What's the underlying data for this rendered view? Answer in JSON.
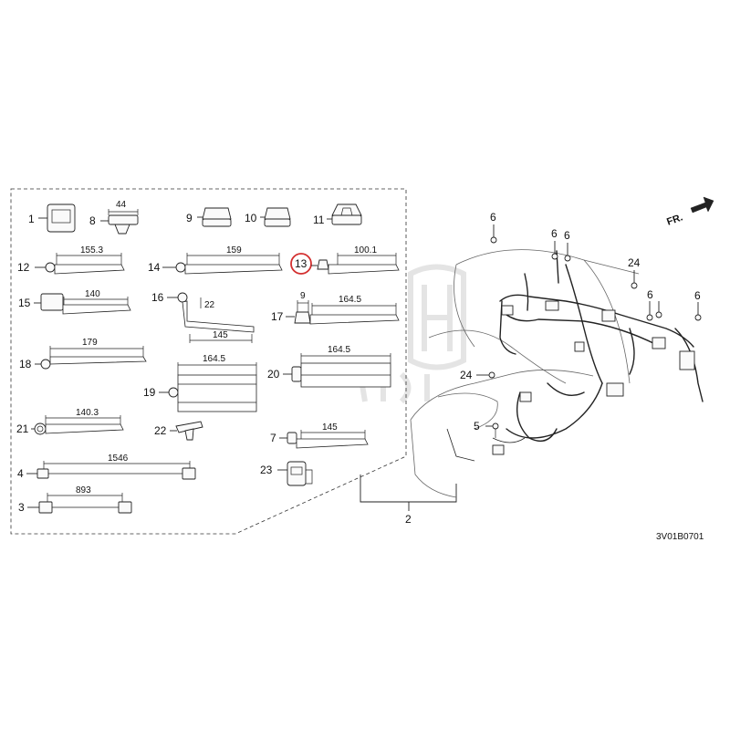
{
  "callouts": [
    {
      "id": "c1",
      "label": "1"
    },
    {
      "id": "c8",
      "label": "8"
    },
    {
      "id": "c9",
      "label": "9"
    },
    {
      "id": "c10",
      "label": "10"
    },
    {
      "id": "c11",
      "label": "11"
    },
    {
      "id": "c12",
      "label": "12"
    },
    {
      "id": "c14",
      "label": "14"
    },
    {
      "id": "c13",
      "label": "13"
    },
    {
      "id": "c15",
      "label": "15"
    },
    {
      "id": "c16",
      "label": "16"
    },
    {
      "id": "c17",
      "label": "17"
    },
    {
      "id": "c18",
      "label": "18"
    },
    {
      "id": "c19",
      "label": "19"
    },
    {
      "id": "c20",
      "label": "20"
    },
    {
      "id": "c21",
      "label": "21"
    },
    {
      "id": "c22",
      "label": "22"
    },
    {
      "id": "c7",
      "label": "7"
    },
    {
      "id": "c4",
      "label": "4"
    },
    {
      "id": "c23",
      "label": "23"
    },
    {
      "id": "c3",
      "label": "3"
    },
    {
      "id": "c2",
      "label": "2"
    },
    {
      "id": "c6a",
      "label": "6"
    },
    {
      "id": "c6b",
      "label": "6"
    },
    {
      "id": "c6c",
      "label": "6"
    },
    {
      "id": "c24a",
      "label": "24"
    },
    {
      "id": "c6d",
      "label": "6"
    },
    {
      "id": "c6e",
      "label": "6"
    },
    {
      "id": "c24b",
      "label": "24"
    },
    {
      "id": "c5",
      "label": "5"
    }
  ],
  "dimensions": [
    {
      "id": "d44",
      "label": "44"
    },
    {
      "id": "d1553",
      "label": "155.3"
    },
    {
      "id": "d159",
      "label": "159"
    },
    {
      "id": "d1001",
      "label": "100.1"
    },
    {
      "id": "d140",
      "label": "140"
    },
    {
      "id": "d22",
      "label": "22"
    },
    {
      "id": "d9",
      "label": "9"
    },
    {
      "id": "d1645a",
      "label": "164.5"
    },
    {
      "id": "d145a",
      "label": "145"
    },
    {
      "id": "d179",
      "label": "179"
    },
    {
      "id": "d1645b",
      "label": "164.5"
    },
    {
      "id": "d1645c",
      "label": "164.5"
    },
    {
      "id": "d1403",
      "label": "140.3"
    },
    {
      "id": "d145b",
      "label": "145"
    },
    {
      "id": "d1546",
      "label": "1546"
    },
    {
      "id": "d893",
      "label": "893"
    }
  ],
  "highlight": {
    "part": "13",
    "color": "#d32f2f"
  },
  "direction_label": "FR.",
  "diagram_code": "3V01B0701"
}
